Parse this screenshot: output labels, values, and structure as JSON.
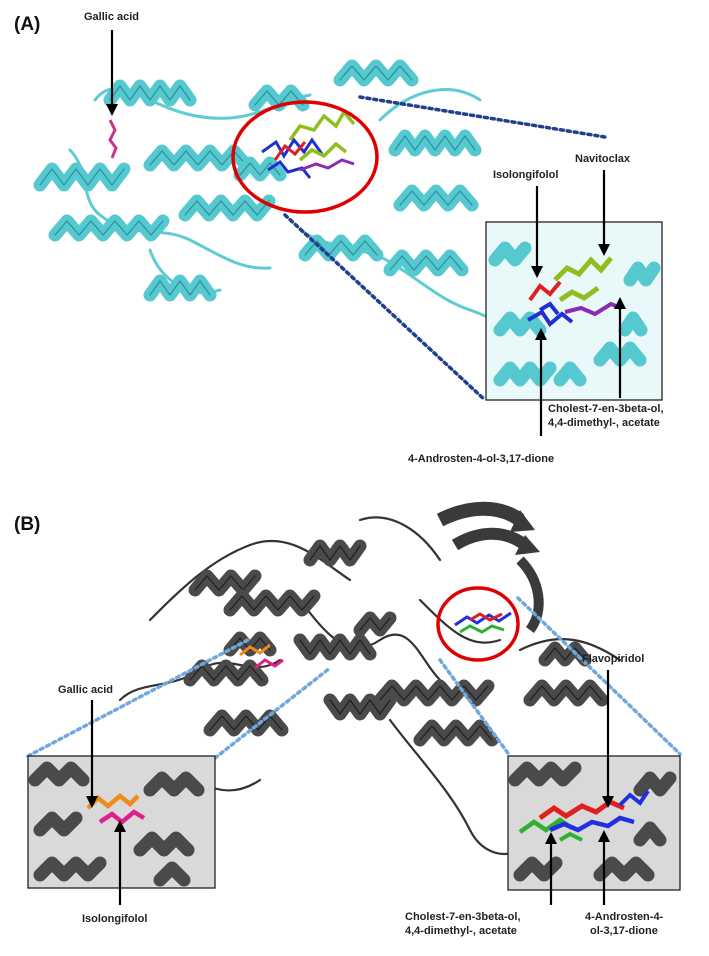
{
  "panels": {
    "a": {
      "label": "(A)",
      "labels": {
        "gallic_acid": "Gallic acid",
        "navitoclax": "Navitoclax",
        "isolongifolol": "Isolongifolol",
        "cholest_line1": "Cholest-7-en-3beta-ol,",
        "cholest_line2": "4,4-dimethyl-, acetate",
        "androsten": "4-Androsten-4-ol-3,17-dione"
      },
      "colors": {
        "protein": "#56c8cf",
        "navitoclax": "#8fbf1f",
        "isolongifolol": "#e02020",
        "cholest": "#8a2bb5",
        "androsten": "#2030d0",
        "gallic_acid": "#d0308a",
        "highlight_circle": "#e00000",
        "dotted_lines": "#1f3f8f"
      }
    },
    "b": {
      "label": "(B)",
      "labels": {
        "gallic_acid": "Gallic acid",
        "isolongifolol": "Isolongifolol",
        "flavopiridol": "Flavopiridol",
        "cholest_line1": "Cholest-7-en-3beta-ol,",
        "cholest_line2": "4,4-dimethyl-, acetate",
        "androsten_line1": "4-Androsten-4-",
        "androsten_line2": "ol-3,17-dione"
      },
      "colors": {
        "protein": "#4a4a4a",
        "gallic_acid": "#f08a1a",
        "isolongifolol": "#e0208a",
        "flavopiridol": "#e02020",
        "cholest": "#30b030",
        "androsten": "#2030e0",
        "highlight_circle": "#e00000",
        "dotted_lines": "#6fa8dc"
      }
    }
  }
}
